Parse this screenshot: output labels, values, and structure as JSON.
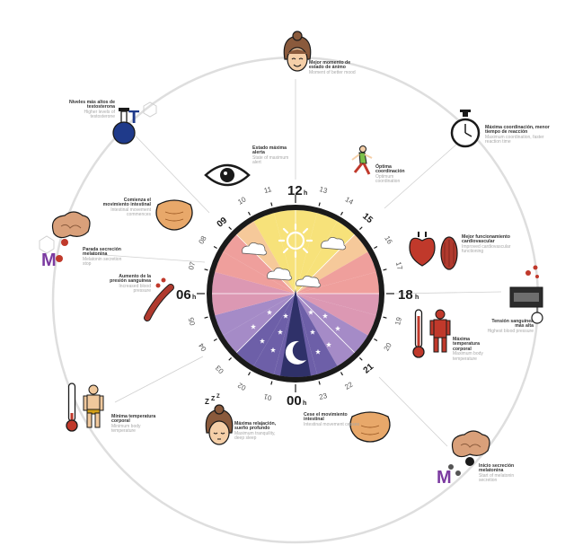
{
  "clock": {
    "major_hours": {
      "h12": "12",
      "h18": "18",
      "h00": "00",
      "h06": "06",
      "h09": "09",
      "h15": "15",
      "h21": "21"
    },
    "suffix": "h",
    "minor_hours": [
      "13",
      "14",
      "16",
      "17",
      "19",
      "20",
      "22",
      "23",
      "01",
      "02",
      "03",
      "04",
      "05",
      "07",
      "08",
      "10",
      "11"
    ],
    "colors": {
      "sunny": "#f7e27a",
      "day_light": "#f6c99a",
      "evening": "#ef9f9c",
      "dusk": "#dc98b3",
      "twilight": "#a58bc7",
      "night": "#6d5fa8",
      "deep_night": "#2f3169",
      "ring": "#1a1a1a",
      "sun": "#ffffff",
      "moon": "#ffffff"
    }
  },
  "events": {
    "mood": {
      "es": "Mejor momento de estado de ánimo",
      "en": "Moment of better mood"
    },
    "coordination": {
      "es": "Máxima coordinación, menor tiempo de reacción",
      "en": "Maximum coordination, faster reaction time"
    },
    "optimal": {
      "es": "Óptima coordinación",
      "en": "Optimum coordination"
    },
    "cardio": {
      "es": "Mejor funcionamiento cardiovascular",
      "en": "Improved cardiovascular functioning"
    },
    "pressure_hi": {
      "es": "Tensión sanguínea más alta",
      "en": "Highest blood pressure"
    },
    "temp_hi": {
      "es": "Máxima temperatura corporal",
      "en": "Maximum body temperature"
    },
    "melatonin": {
      "es": "Inicio secreción melatonina",
      "en": "Start of melatonin secretion"
    },
    "bowel_stop": {
      "es": "Cese el movimiento intestinal",
      "en": "Intestinal movement ceases"
    },
    "deep_sleep": {
      "es": "Máxima relajación, sueño profundo",
      "en": "Maximum tranquility, deep sleep"
    },
    "temp_lo": {
      "es": "Mínima temperatura corporal",
      "en": "Minimum body temperature"
    },
    "pressure_up": {
      "es": "Aumento de la presión sanguínea",
      "en": "Increased blood pressure"
    },
    "mel_stop": {
      "es": "Parada secreción melatonina",
      "en": "Melatonin secretion stop"
    },
    "bowel_start": {
      "es": "Comienza el movimiento intestinal",
      "en": "Intestinal movement commences"
    },
    "testosterone": {
      "es": "Niveles más altos de testosterona",
      "en": "Higher levels of testosterone"
    },
    "alert": {
      "es": "Estado máxima alerta",
      "en": "State of maximum alert"
    }
  },
  "icon_letters": {
    "testosterone": "T",
    "melatonin": "M"
  },
  "icons": [
    "woman-face-icon",
    "stopwatch-icon",
    "runner-icon",
    "heart-icon",
    "blood-pressure-monitor-icon",
    "thermometer-icon",
    "man-figure-icon",
    "brain-icon",
    "intestine-icon",
    "sleeping-woman-icon",
    "blood-vessel-icon",
    "flask-icon",
    "eye-icon"
  ]
}
